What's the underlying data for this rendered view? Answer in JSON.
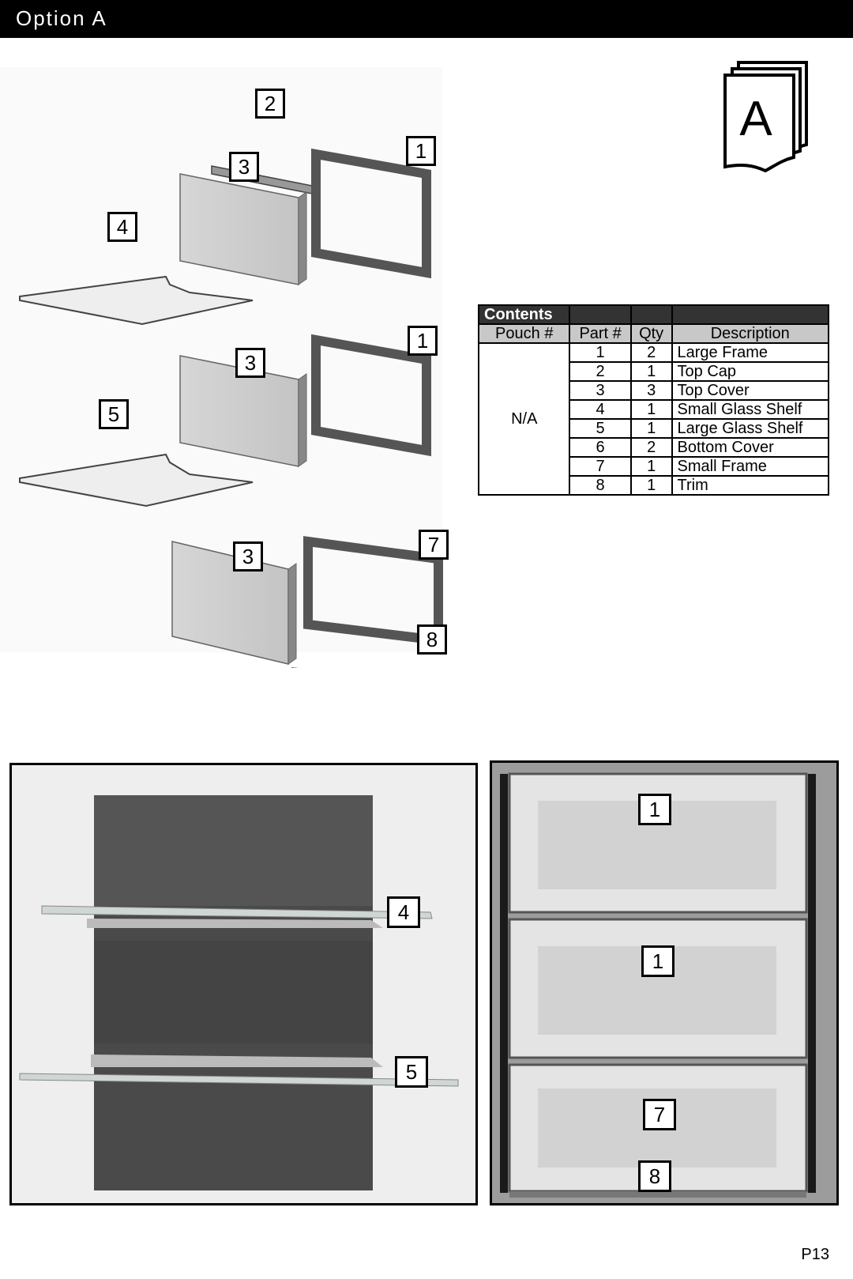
{
  "header": {
    "title": "Option A"
  },
  "doc_icon": {
    "letter": "A"
  },
  "diagram_callouts": {
    "top_cap": "2",
    "top_cover_1": "3",
    "large_frame_1": "1",
    "small_shelf": "4",
    "top_cover_2": "3",
    "large_frame_2": "1",
    "large_shelf": "5",
    "top_cover_3": "3",
    "small_frame": "7",
    "trim": "8"
  },
  "contents_table": {
    "title": "Contents",
    "headers": [
      "Pouch #",
      "Part #",
      "Qty",
      "Description"
    ],
    "pouch": "N/A",
    "rows": [
      {
        "part": "1",
        "qty": "2",
        "description": "Large Frame"
      },
      {
        "part": "2",
        "qty": "1",
        "description": "Top Cap"
      },
      {
        "part": "3",
        "qty": "3",
        "description": "Top Cover"
      },
      {
        "part": "4",
        "qty": "1",
        "description": "Small Glass Shelf"
      },
      {
        "part": "5",
        "qty": "1",
        "description": "Large Glass Shelf"
      },
      {
        "part": "6",
        "qty": "2",
        "description": "Bottom Cover"
      },
      {
        "part": "7",
        "qty": "1",
        "description": "Small Frame"
      },
      {
        "part": "8",
        "qty": "1",
        "description": "Trim"
      }
    ]
  },
  "photo_left_callouts": {
    "small_shelf": "4",
    "large_shelf": "5"
  },
  "photo_right_callouts": {
    "frame_top": "1",
    "frame_mid": "1",
    "frame_small": "7",
    "trim": "8"
  },
  "page_number": "P13"
}
